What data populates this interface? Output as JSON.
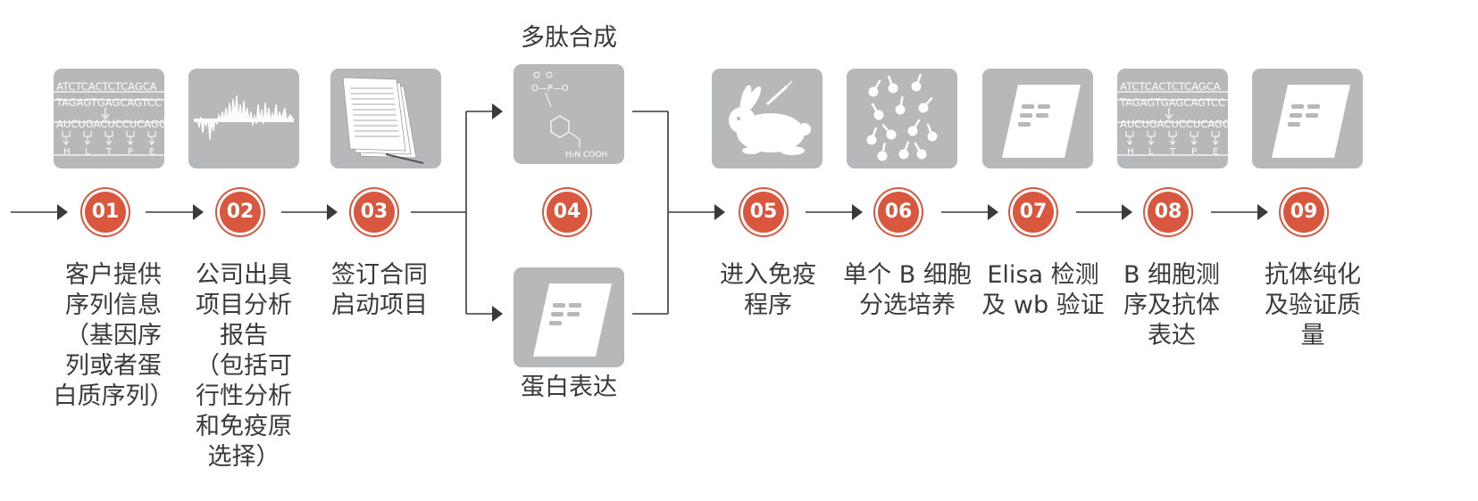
{
  "colors": {
    "accent": "#d9573e",
    "tile": "#b7b8ba",
    "line": "#3a3a3a",
    "text": "#3a3a3a"
  },
  "steps": [
    {
      "num": "01",
      "label": "客户提供\n序列信息\n（基因序\n列或者蛋\n白质序列）",
      "icon": "dna-sequence-icon"
    },
    {
      "num": "02",
      "label": "公司出具\n项目分析\n报告\n（包括可\n行性分析\n和免疫原\n选择）",
      "icon": "analysis-plot-icon"
    },
    {
      "num": "03",
      "label": "签订合同\n启动项目",
      "icon": "contract-documents-icon"
    },
    {
      "num": "04",
      "label": "",
      "icon": ""
    },
    {
      "num": "05",
      "label": "进入免疫\n程序",
      "icon": "rabbit-icon"
    },
    {
      "num": "06",
      "label": "单个 B 细胞\n分选培养",
      "icon": "b-cells-icon"
    },
    {
      "num": "07",
      "label": "Elisa 检测\n及 wb 验证",
      "icon": "blot-sheet-icon"
    },
    {
      "num": "08",
      "label": "B 细胞测\n序及抗体\n表达",
      "icon": "dna-sequence-icon"
    },
    {
      "num": "09",
      "label": "抗体纯化\n及验证质\n量",
      "icon": "blot-sheet-icon"
    }
  ],
  "branch": {
    "top_title": "多肽合成",
    "bottom_title": "蛋白表达",
    "top_icon": "peptide-structure-icon",
    "bottom_icon": "blot-sheet-icon"
  },
  "dna_icon": {
    "row1": "ATCTCACTCTCAGCA",
    "row2": "TAGAGTGAGCAGTCC",
    "row3": "AUCUGACUCCUCAGG",
    "amino": [
      "H",
      "L",
      "T",
      "P",
      "E"
    ]
  },
  "peptide_icon": {
    "top": "O—P—O",
    "bottom": "H₂N   COOH"
  }
}
